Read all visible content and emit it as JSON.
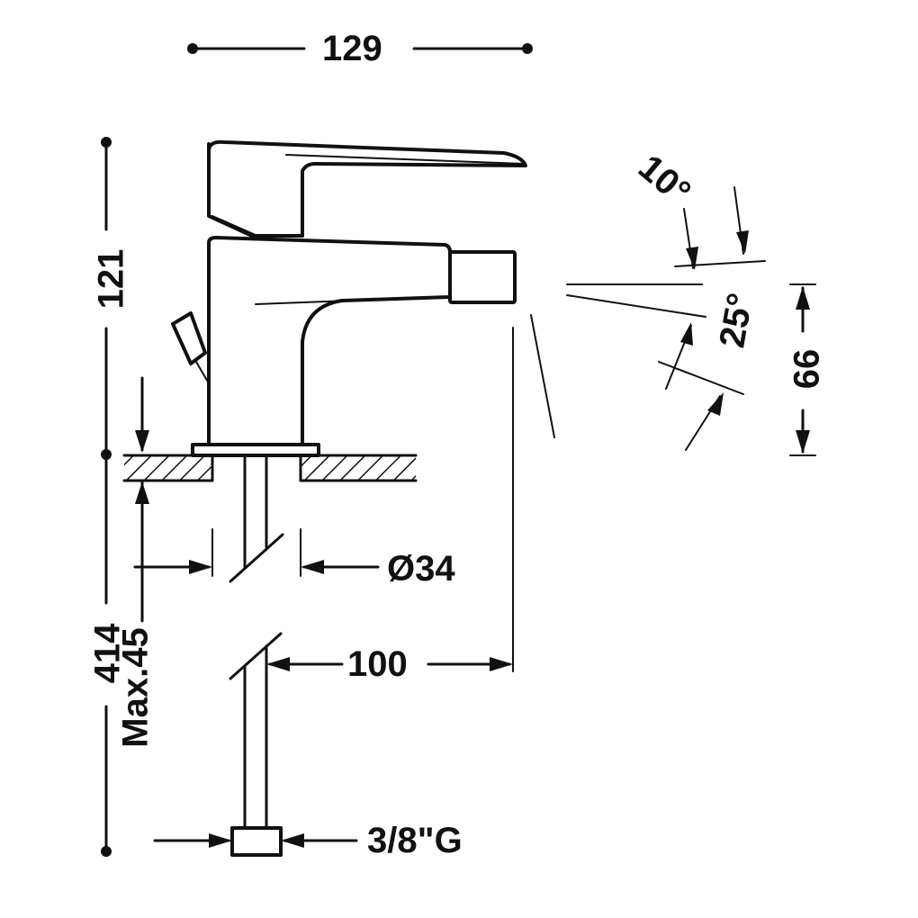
{
  "dimensions": {
    "width_total": "129",
    "height_total": "121",
    "spout_angle_small": "10°",
    "spout_angle_large": "25°",
    "spout_height": "66",
    "hole_diameter": "Ø34",
    "reach": "100",
    "hose_length": "414",
    "deck_thickness": "Max.45",
    "connection": "3/8\"G"
  },
  "colors": {
    "line": "#111111",
    "background": "#ffffff"
  }
}
